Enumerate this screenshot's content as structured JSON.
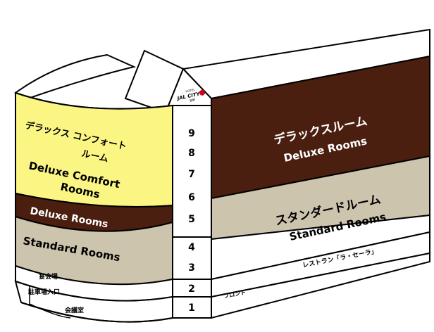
{
  "building": {
    "logo": {
      "top": "HOTEL",
      "name": "JAL CITY",
      "sub": "長野"
    },
    "floors": [
      "9",
      "8",
      "7",
      "6",
      "5",
      "4",
      "3",
      "2",
      "1"
    ],
    "left_wing": {
      "deluxe_comfort_jp_1": "デラックス コンフォート",
      "deluxe_comfort_jp_2": "ルーム",
      "deluxe_comfort_en_1": "Deluxe Comfort",
      "deluxe_comfort_en_2": "Rooms",
      "deluxe_rooms": "Deluxe Rooms",
      "standard_rooms": "Standard Rooms",
      "banquet": "宴会場",
      "parking": "駐車場入口",
      "meeting": "会議室"
    },
    "right_wing": {
      "deluxe_jp": "デラックスルーム",
      "deluxe_en": "Deluxe Rooms",
      "standard_jp": "スタンダードルーム",
      "standard_en": "Standard Rooms",
      "restaurant": "レストラン「ラ・セーラ」",
      "front": "フロント"
    },
    "colors": {
      "deluxe": "#4a1f10",
      "standard": "#cdc4ae",
      "comfort": "#fbf684",
      "outline": "#000000",
      "logo_red": "#d0021b"
    }
  }
}
